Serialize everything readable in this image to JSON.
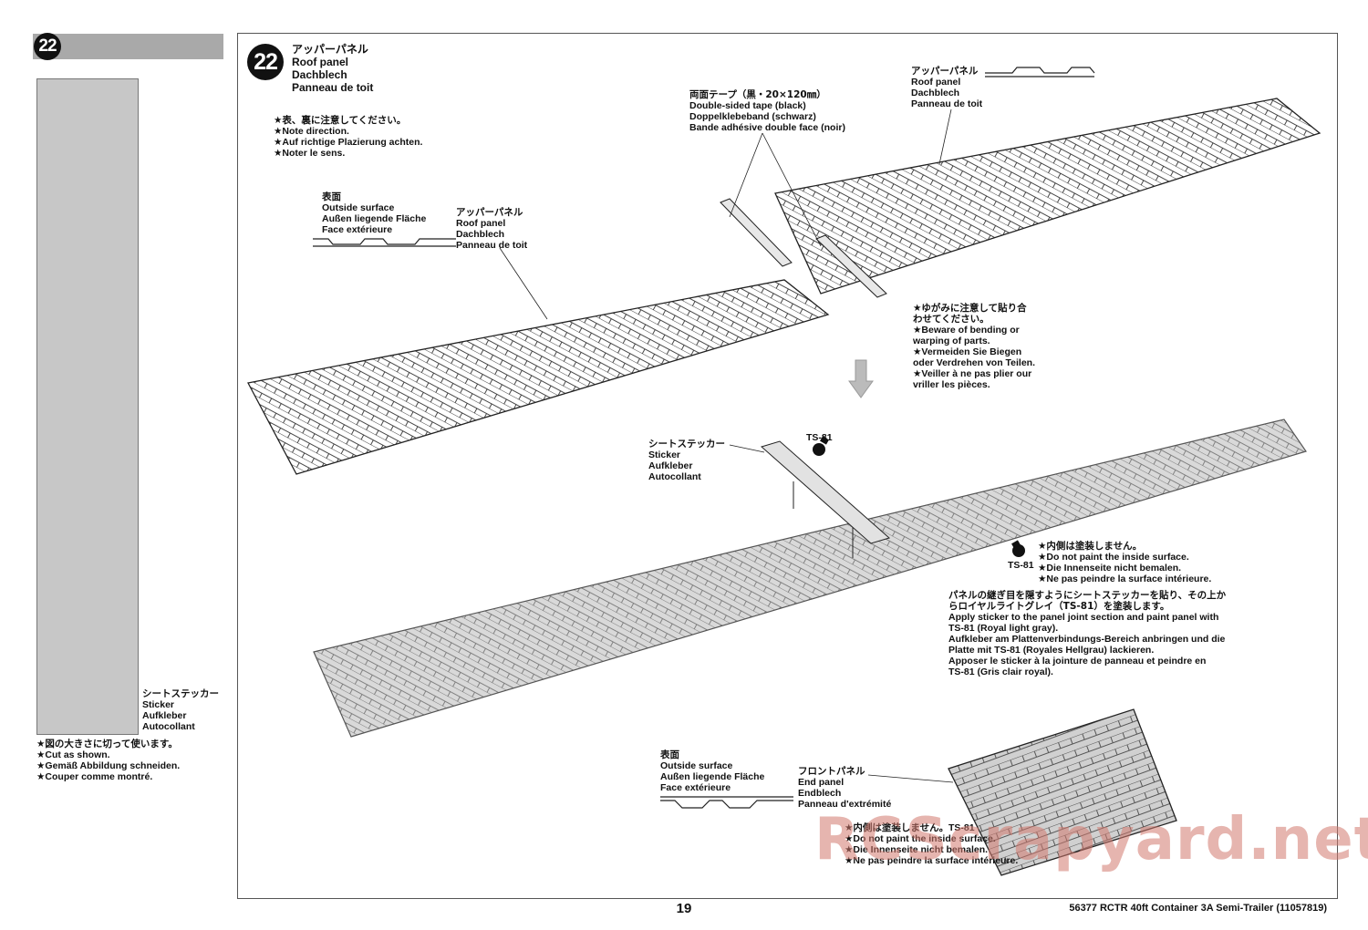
{
  "sidebar": {
    "step_number": "22",
    "sticker_label": [
      "シートステッカー",
      "Sticker",
      "Aufkleber",
      "Autocollant"
    ],
    "cut_note": [
      "★図の大きさに切って使います。",
      "★Cut as shown.",
      "★Gemäß Abbildung schneiden.",
      "★Couper comme montré."
    ]
  },
  "main": {
    "step_number": "22",
    "title": [
      "アッパーパネル",
      "Roof panel",
      "Dachblech",
      "Panneau de toit"
    ],
    "note_direction": [
      "★表、裏に注意してください。",
      "★Note direction.",
      "★Auf richtige Plazierung achten.",
      "★Noter le sens."
    ],
    "outside_surface_1": [
      "表面",
      "Outside surface",
      "Außen liegende Fläche",
      "Face extérieure"
    ],
    "roof_panel_left": [
      "アッパーパネル",
      "Roof panel",
      "Dachblech",
      "Panneau de toit"
    ],
    "double_tape": [
      "両面テープ（黒・20×120㎜）",
      "Double-sided tape (black)",
      "Doppelklebeband (schwarz)",
      "Bande adhésive double face (noir)"
    ],
    "roof_panel_right": [
      "アッパーパネル",
      "Roof panel",
      "Dachblech",
      "Panneau de toit"
    ],
    "warp_note": [
      "★ゆがみに注意して貼り合",
      "わせてください。",
      "★Beware of bending or",
      "warping of parts.",
      "★Vermeiden Sie Biegen",
      "oder Verdrehen von Teilen.",
      "★Veiller à ne pas plier our",
      "vriller les pièces."
    ],
    "sheet_sticker": [
      "シートステッカー",
      "Sticker",
      "Aufkleber",
      "Autocollant"
    ],
    "ts81_top": "TS-81",
    "ts81_mid": "TS-81",
    "inside_note_1": [
      "★内側は塗装しません。",
      "★Do not paint the inside surface.",
      "★Die Innenseite nicht bemalen.",
      "★Ne pas peindre la surface intérieure."
    ],
    "apply_note": [
      "パネルの継ぎ目を隠すようにシートステッカーを貼り、その上か",
      "らロイヤルライトグレイ（TS-81）を塗装します。",
      "Apply sticker to the panel joint section and paint panel with",
      "TS-81 (Royal light gray).",
      "Aufkleber am Plattenverbindungs-Bereich anbringen und die",
      "Platte mit TS-81 (Royales Hellgrau) lackieren.",
      "Apposer le sticker à la jointure de panneau et peindre en",
      "TS-81 (Gris clair royal)."
    ],
    "outside_surface_2": [
      "表面",
      "Outside surface",
      "Außen liegende Fläche",
      "Face extérieure"
    ],
    "end_panel": [
      "フロントパネル",
      "End panel",
      "Endblech",
      "Panneau d'extrémité"
    ],
    "ts81_bottom": "TS-81",
    "inside_note_2": [
      "★内側は塗装しません。",
      "★Do not paint the inside surface.",
      "★Die Innenseite nicht bemalen.",
      "★Ne pas peindre la surface intérieure."
    ]
  },
  "footer": {
    "page": "19",
    "product": "56377  RCTR 40ft Container 3A Semi-Trailer (11057819)"
  },
  "watermark": "RCScrapyard.net"
}
